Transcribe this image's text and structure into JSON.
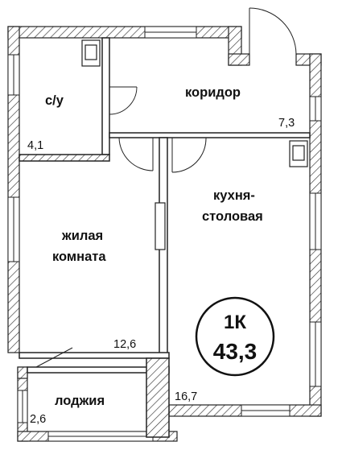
{
  "rooms": {
    "bathroom": {
      "name": "с/у",
      "area": "4,1"
    },
    "corridor": {
      "name": "коридор",
      "area": "7,3"
    },
    "living_room": {
      "name_line1": "жилая",
      "name_line2": "комната",
      "area": "12,6"
    },
    "kitchen": {
      "name_line1": "кухня-",
      "name_line2": "столовая",
      "area": "16,7"
    },
    "loggia": {
      "name": "лоджия",
      "area": "2,6"
    }
  },
  "badge": {
    "type": "1К",
    "total_area": "43,3"
  },
  "colors": {
    "wall_fill": "#ffffff",
    "wall_stroke": "#222222",
    "hatch": "#333333",
    "line": "#222222"
  }
}
